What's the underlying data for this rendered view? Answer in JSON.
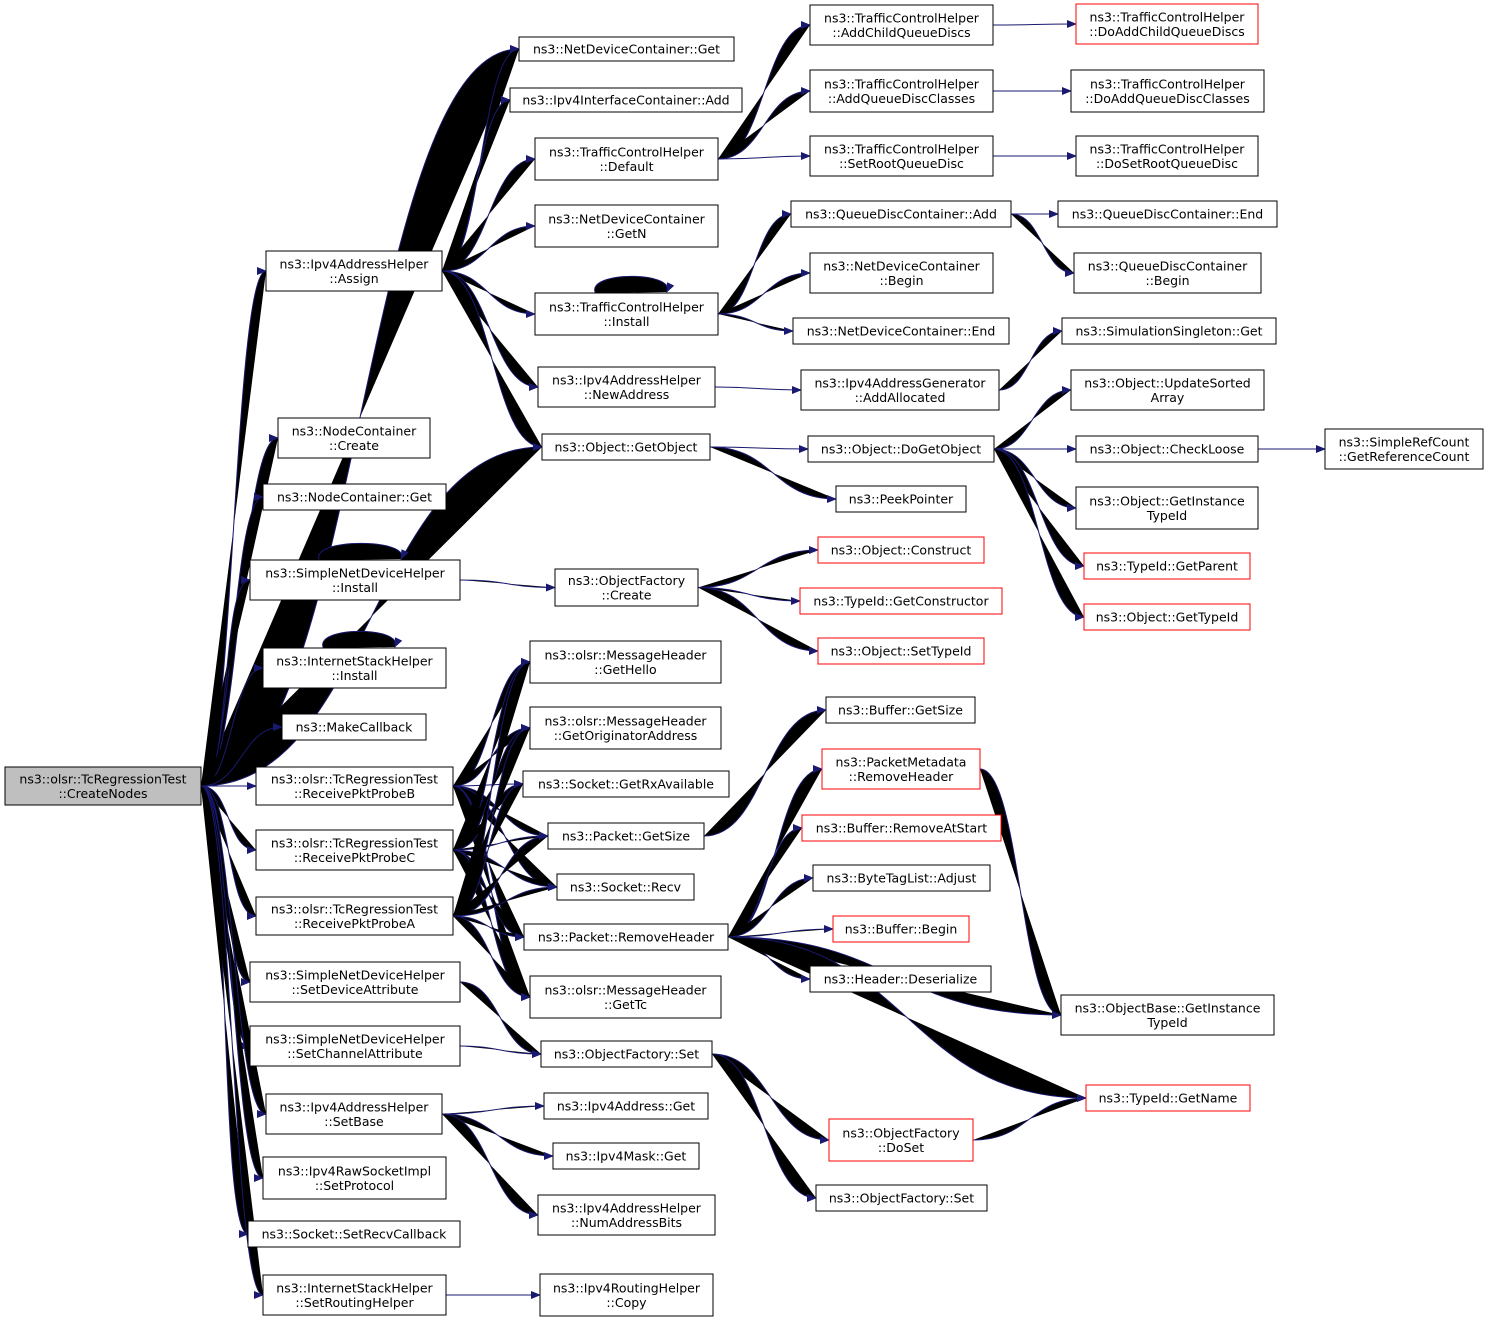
{
  "colors": {
    "edge": "#191970",
    "node_border": "#000000",
    "truncated_border": "#ff0000",
    "root_fill": "#bfbfbf",
    "node_fill": "#ffffff"
  },
  "root": "n0",
  "nodes": [
    {
      "id": "n0",
      "lines": [
        "ns3::olsr::TcRegressionTest",
        "::CreateNodes"
      ]
    },
    {
      "id": "n1",
      "lines": [
        "ns3::NetDeviceContainer::Get"
      ]
    },
    {
      "id": "n2",
      "lines": [
        "ns3::Ipv4InterfaceContainer::Add"
      ]
    },
    {
      "id": "n3",
      "lines": [
        "ns3::TrafficControlHelper",
        "::Default"
      ]
    },
    {
      "id": "n4",
      "lines": [
        "ns3::NetDeviceContainer",
        "::GetN"
      ]
    },
    {
      "id": "n5",
      "lines": [
        "ns3::Ipv4AddressHelper",
        "::Assign"
      ]
    },
    {
      "id": "n6",
      "lines": [
        "ns3::TrafficControlHelper",
        "::Install"
      ]
    },
    {
      "id": "n7",
      "lines": [
        "ns3::Ipv4AddressHelper",
        "::NewAddress"
      ]
    },
    {
      "id": "n8",
      "lines": [
        "ns3::Object::GetObject"
      ]
    },
    {
      "id": "n9",
      "lines": [
        "ns3::NodeContainer",
        "::Create"
      ]
    },
    {
      "id": "n10",
      "lines": [
        "ns3::NodeContainer::Get"
      ]
    },
    {
      "id": "n11",
      "lines": [
        "ns3::SimpleNetDeviceHelper",
        "::Install"
      ]
    },
    {
      "id": "n12",
      "lines": [
        "ns3::ObjectFactory",
        "::Create"
      ]
    },
    {
      "id": "n13",
      "lines": [
        "ns3::InternetStackHelper",
        "::Install"
      ]
    },
    {
      "id": "n14",
      "lines": [
        "ns3::MakeCallback"
      ]
    },
    {
      "id": "n15",
      "lines": [
        "ns3::olsr::MessageHeader",
        "::GetHello"
      ]
    },
    {
      "id": "n16",
      "lines": [
        "ns3::olsr::MessageHeader",
        "::GetOriginatorAddress"
      ]
    },
    {
      "id": "n17",
      "lines": [
        "ns3::olsr::TcRegressionTest",
        "::ReceivePktProbeB"
      ]
    },
    {
      "id": "n18",
      "lines": [
        "ns3::Socket::GetRxAvailable"
      ]
    },
    {
      "id": "n19",
      "lines": [
        "ns3::olsr::TcRegressionTest",
        "::ReceivePktProbeC"
      ]
    },
    {
      "id": "n20",
      "lines": [
        "ns3::Packet::GetSize"
      ]
    },
    {
      "id": "n21",
      "lines": [
        "ns3::Socket::Recv"
      ]
    },
    {
      "id": "n22",
      "lines": [
        "ns3::olsr::TcRegressionTest",
        "::ReceivePktProbeA"
      ]
    },
    {
      "id": "n23",
      "lines": [
        "ns3::Packet::RemoveHeader"
      ]
    },
    {
      "id": "n24",
      "lines": [
        "ns3::SimpleNetDeviceHelper",
        "::SetDeviceAttribute"
      ]
    },
    {
      "id": "n25",
      "lines": [
        "ns3::olsr::MessageHeader",
        "::GetTc"
      ]
    },
    {
      "id": "n26",
      "lines": [
        "ns3::SimpleNetDeviceHelper",
        "::SetChannelAttribute"
      ]
    },
    {
      "id": "n27",
      "lines": [
        "ns3::ObjectFactory::Set"
      ]
    },
    {
      "id": "n28",
      "lines": [
        "ns3::Ipv4AddressHelper",
        "::SetBase"
      ]
    },
    {
      "id": "n29",
      "lines": [
        "ns3::Ipv4Address::Get"
      ]
    },
    {
      "id": "n30",
      "lines": [
        "ns3::Ipv4Mask::Get"
      ]
    },
    {
      "id": "n31",
      "lines": [
        "ns3::Ipv4RawSocketImpl",
        "::SetProtocol"
      ]
    },
    {
      "id": "n32",
      "lines": [
        "ns3::Ipv4AddressHelper",
        "::NumAddressBits"
      ]
    },
    {
      "id": "n33",
      "lines": [
        "ns3::Socket::SetRecvCallback"
      ]
    },
    {
      "id": "n34",
      "lines": [
        "ns3::InternetStackHelper",
        "::SetRoutingHelper"
      ]
    },
    {
      "id": "n35",
      "lines": [
        "ns3::Ipv4RoutingHelper",
        "::Copy"
      ]
    },
    {
      "id": "n36",
      "lines": [
        "ns3::TrafficControlHelper",
        "::AddChildQueueDiscs"
      ]
    },
    {
      "id": "n37",
      "lines": [
        "ns3::TrafficControlHelper",
        "::AddQueueDiscClasses"
      ]
    },
    {
      "id": "n38",
      "lines": [
        "ns3::TrafficControlHelper",
        "::SetRootQueueDisc"
      ]
    },
    {
      "id": "n39",
      "lines": [
        "ns3::QueueDiscContainer::Add"
      ]
    },
    {
      "id": "n40",
      "lines": [
        "ns3::NetDeviceContainer",
        "::Begin"
      ]
    },
    {
      "id": "n41",
      "lines": [
        "ns3::NetDeviceContainer::End"
      ]
    },
    {
      "id": "n42",
      "lines": [
        "ns3::Ipv4AddressGenerator",
        "::AddAllocated"
      ]
    },
    {
      "id": "n43",
      "lines": [
        "ns3::Object::DoGetObject"
      ]
    },
    {
      "id": "n44",
      "lines": [
        "ns3::PeekPointer"
      ]
    },
    {
      "id": "n45",
      "lines": [
        "ns3::Object::Construct"
      ]
    },
    {
      "id": "n46",
      "lines": [
        "ns3::TypeId::GetConstructor"
      ]
    },
    {
      "id": "n47",
      "lines": [
        "ns3::Object::SetTypeId"
      ]
    },
    {
      "id": "n48",
      "lines": [
        "ns3::Buffer::GetSize"
      ]
    },
    {
      "id": "n49",
      "lines": [
        "ns3::PacketMetadata",
        "::RemoveHeader"
      ]
    },
    {
      "id": "n50",
      "lines": [
        "ns3::Buffer::RemoveAtStart"
      ]
    },
    {
      "id": "n51",
      "lines": [
        "ns3::ByteTagList::Adjust"
      ]
    },
    {
      "id": "n52",
      "lines": [
        "ns3::Buffer::Begin"
      ]
    },
    {
      "id": "n53",
      "lines": [
        "ns3::Header::Deserialize"
      ]
    },
    {
      "id": "n54",
      "lines": [
        "ns3::ObjectFactory",
        "::DoSet"
      ]
    },
    {
      "id": "n55",
      "lines": [
        "ns3::ObjectFactory::Set"
      ]
    },
    {
      "id": "n56",
      "lines": [
        "ns3::TrafficControlHelper",
        "::DoAddChildQueueDiscs"
      ]
    },
    {
      "id": "n57",
      "lines": [
        "ns3::TrafficControlHelper",
        "::DoAddQueueDiscClasses"
      ]
    },
    {
      "id": "n58",
      "lines": [
        "ns3::TrafficControlHelper",
        "::DoSetRootQueueDisc"
      ]
    },
    {
      "id": "n59",
      "lines": [
        "ns3::QueueDiscContainer::End"
      ]
    },
    {
      "id": "n60",
      "lines": [
        "ns3::QueueDiscContainer",
        "::Begin"
      ]
    },
    {
      "id": "n61",
      "lines": [
        "ns3::SimulationSingleton::Get"
      ]
    },
    {
      "id": "n62",
      "lines": [
        "ns3::Object::UpdateSorted",
        "Array"
      ]
    },
    {
      "id": "n63",
      "lines": [
        "ns3::Object::CheckLoose"
      ]
    },
    {
      "id": "n64",
      "lines": [
        "ns3::Object::GetInstance",
        "TypeId"
      ]
    },
    {
      "id": "n65",
      "lines": [
        "ns3::TypeId::GetParent"
      ]
    },
    {
      "id": "n66",
      "lines": [
        "ns3::Object::GetTypeId"
      ]
    },
    {
      "id": "n67",
      "lines": [
        "ns3::ObjectBase::GetInstance",
        "TypeId"
      ]
    },
    {
      "id": "n68",
      "lines": [
        "ns3::TypeId::GetName"
      ]
    },
    {
      "id": "n69",
      "lines": [
        "ns3::SimpleRefCount",
        "::GetReferenceCount"
      ]
    }
  ],
  "truncated": [
    "n45",
    "n46",
    "n47",
    "n49",
    "n50",
    "n52",
    "n54",
    "n56",
    "n65",
    "n66",
    "n68"
  ],
  "edges": [
    [
      "n0",
      "n1"
    ],
    [
      "n0",
      "n5"
    ],
    [
      "n0",
      "n8"
    ],
    [
      "n0",
      "n9"
    ],
    [
      "n0",
      "n10"
    ],
    [
      "n0",
      "n11"
    ],
    [
      "n0",
      "n13"
    ],
    [
      "n0",
      "n14"
    ],
    [
      "n0",
      "n17"
    ],
    [
      "n0",
      "n19"
    ],
    [
      "n0",
      "n22"
    ],
    [
      "n0",
      "n24"
    ],
    [
      "n0",
      "n26"
    ],
    [
      "n0",
      "n28"
    ],
    [
      "n0",
      "n31"
    ],
    [
      "n0",
      "n33"
    ],
    [
      "n0",
      "n34"
    ],
    [
      "n5",
      "n1"
    ],
    [
      "n5",
      "n2"
    ],
    [
      "n5",
      "n3"
    ],
    [
      "n5",
      "n4"
    ],
    [
      "n5",
      "n6"
    ],
    [
      "n5",
      "n7"
    ],
    [
      "n5",
      "n8"
    ],
    [
      "n3",
      "n36"
    ],
    [
      "n3",
      "n37"
    ],
    [
      "n3",
      "n38"
    ],
    [
      "n36",
      "n56"
    ],
    [
      "n37",
      "n57"
    ],
    [
      "n38",
      "n58"
    ],
    [
      "n6",
      "n6"
    ],
    [
      "n6",
      "n39"
    ],
    [
      "n6",
      "n40"
    ],
    [
      "n6",
      "n41"
    ],
    [
      "n39",
      "n59"
    ],
    [
      "n39",
      "n60"
    ],
    [
      "n7",
      "n42"
    ],
    [
      "n42",
      "n61"
    ],
    [
      "n8",
      "n43"
    ],
    [
      "n8",
      "n44"
    ],
    [
      "n43",
      "n62"
    ],
    [
      "n43",
      "n63"
    ],
    [
      "n43",
      "n64"
    ],
    [
      "n43",
      "n65"
    ],
    [
      "n43",
      "n66"
    ],
    [
      "n63",
      "n69"
    ],
    [
      "n11",
      "n11"
    ],
    [
      "n11",
      "n12"
    ],
    [
      "n12",
      "n45"
    ],
    [
      "n12",
      "n46"
    ],
    [
      "n12",
      "n47"
    ],
    [
      "n13",
      "n13"
    ],
    [
      "n17",
      "n15"
    ],
    [
      "n17",
      "n16"
    ],
    [
      "n17",
      "n18"
    ],
    [
      "n17",
      "n20"
    ],
    [
      "n17",
      "n21"
    ],
    [
      "n17",
      "n23"
    ],
    [
      "n17",
      "n25"
    ],
    [
      "n19",
      "n15"
    ],
    [
      "n19",
      "n16"
    ],
    [
      "n19",
      "n18"
    ],
    [
      "n19",
      "n20"
    ],
    [
      "n19",
      "n21"
    ],
    [
      "n19",
      "n23"
    ],
    [
      "n19",
      "n25"
    ],
    [
      "n22",
      "n15"
    ],
    [
      "n22",
      "n16"
    ],
    [
      "n22",
      "n18"
    ],
    [
      "n22",
      "n20"
    ],
    [
      "n22",
      "n21"
    ],
    [
      "n22",
      "n23"
    ],
    [
      "n22",
      "n25"
    ],
    [
      "n20",
      "n48"
    ],
    [
      "n23",
      "n49"
    ],
    [
      "n23",
      "n50"
    ],
    [
      "n23",
      "n51"
    ],
    [
      "n23",
      "n52"
    ],
    [
      "n23",
      "n53"
    ],
    [
      "n23",
      "n67"
    ],
    [
      "n23",
      "n68"
    ],
    [
      "n49",
      "n67"
    ],
    [
      "n24",
      "n27"
    ],
    [
      "n26",
      "n27"
    ],
    [
      "n27",
      "n54"
    ],
    [
      "n27",
      "n55"
    ],
    [
      "n54",
      "n68"
    ],
    [
      "n28",
      "n29"
    ],
    [
      "n28",
      "n30"
    ],
    [
      "n28",
      "n32"
    ],
    [
      "n34",
      "n35"
    ]
  ]
}
